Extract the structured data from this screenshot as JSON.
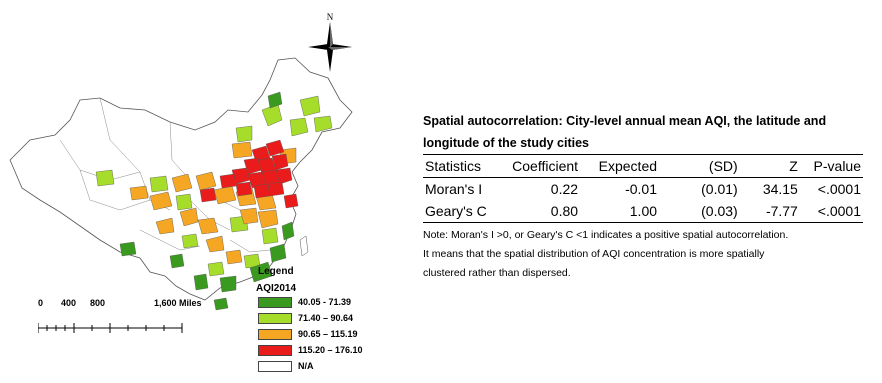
{
  "map": {
    "north_label": "N",
    "scale": {
      "labels": [
        "0",
        "400",
        "800",
        "1,600 Miles"
      ]
    },
    "legend": {
      "title": "Legend",
      "subtitle": "AQI2014",
      "items": [
        {
          "label": "40.05 - 71.39",
          "color": "#3a9a20"
        },
        {
          "label": "71.40 – 90.64",
          "color": "#a6dd2a"
        },
        {
          "label": "90.65 – 115.19",
          "color": "#f5a623"
        },
        {
          "label": "115.20 – 176.10",
          "color": "#ea1b1b"
        },
        {
          "label": "N/A",
          "color": "#ffffff"
        }
      ]
    }
  },
  "table": {
    "caption_line1": "Spatial autocorrelation: City-level annual mean AQI, the latitude and",
    "caption_line2": "longitude of the study cities",
    "headers": [
      "Statistics",
      "Coefficient",
      "Expected",
      "(SD)",
      "Z",
      "P-value"
    ],
    "rows": [
      [
        "Moran's I",
        "0.22",
        "-0.01",
        "(0.01)",
        "34.15",
        "<.0001"
      ],
      [
        "Geary's C",
        "0.80",
        "1.00",
        "(0.03)",
        "-7.77",
        "<.0001"
      ]
    ],
    "note_line1": "Note: Moran's I >0, or Geary's C <1 indicates a positive spatial autocorrelation.",
    "note_line2": "It means that the spatial distribution of AQI concentration is more spatially",
    "note_line3": "clustered rather than dispersed."
  }
}
